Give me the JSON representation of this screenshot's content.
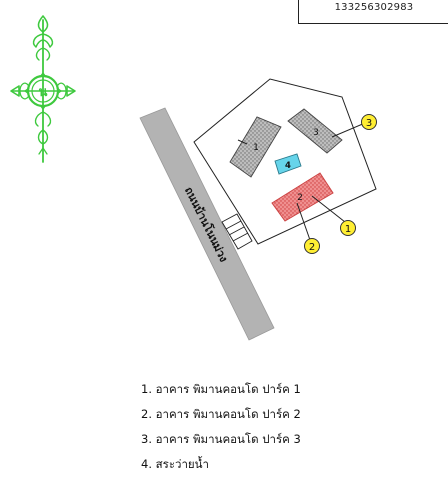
{
  "header": {
    "phone": "133256302983"
  },
  "compass": {
    "label": "น",
    "icon": "north-compass-rose-icon",
    "color": "#3ec93e"
  },
  "road": {
    "label": "ถนนบ้านโนนม่วง",
    "color": "#b3b3b3"
  },
  "buildings": [
    {
      "id": "1",
      "label": "1",
      "fill": "hatch-grey"
    },
    {
      "id": "2",
      "label": "2",
      "fill": "hatch-red"
    },
    {
      "id": "3",
      "label": "3",
      "fill": "hatch-grey"
    },
    {
      "id": "4",
      "label": "4",
      "fill": "#66d4ea"
    }
  ],
  "callouts": [
    {
      "label": "1",
      "color": "#ffee33"
    },
    {
      "label": "2",
      "color": "#ffee33"
    },
    {
      "label": "3",
      "color": "#ffee33"
    }
  ],
  "legend": [
    "1. อาคาร พิมานคอนโด ปาร์ค 1",
    "2. อาคาร พิมานคอนโด ปาร์ค 2",
    "3. อาคาร พิมานคอนโด ปาร์ค 3",
    "4. สระว่ายน้ำ"
  ]
}
